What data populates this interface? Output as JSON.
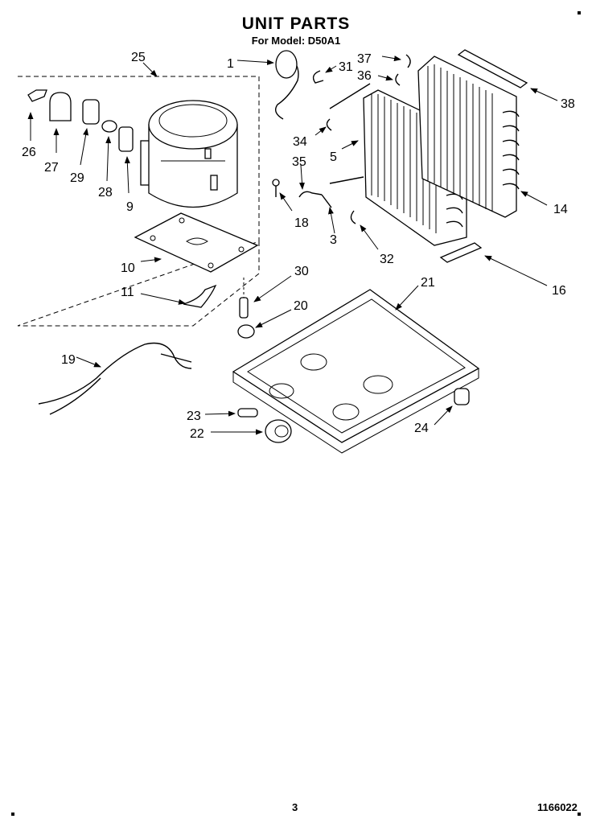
{
  "header": {
    "title": "UNIT PARTS",
    "subtitle": "For Model: D50A1"
  },
  "footer": {
    "page_number": "3",
    "doc_code": "1166022"
  },
  "callouts": {
    "c1": "1",
    "c3": "3",
    "c5": "5",
    "c9": "9",
    "c10": "10",
    "c11": "11",
    "c14": "14",
    "c16": "16",
    "c18": "18",
    "c19": "19",
    "c20": "20",
    "c21": "21",
    "c22": "22",
    "c23": "23",
    "c24": "24",
    "c25": "25",
    "c26": "26",
    "c27": "27",
    "c28": "28",
    "c29": "29",
    "c30": "30",
    "c31": "31",
    "c32": "32",
    "c34": "34",
    "c35": "35",
    "c36": "36",
    "c37": "37",
    "c38": "38"
  }
}
